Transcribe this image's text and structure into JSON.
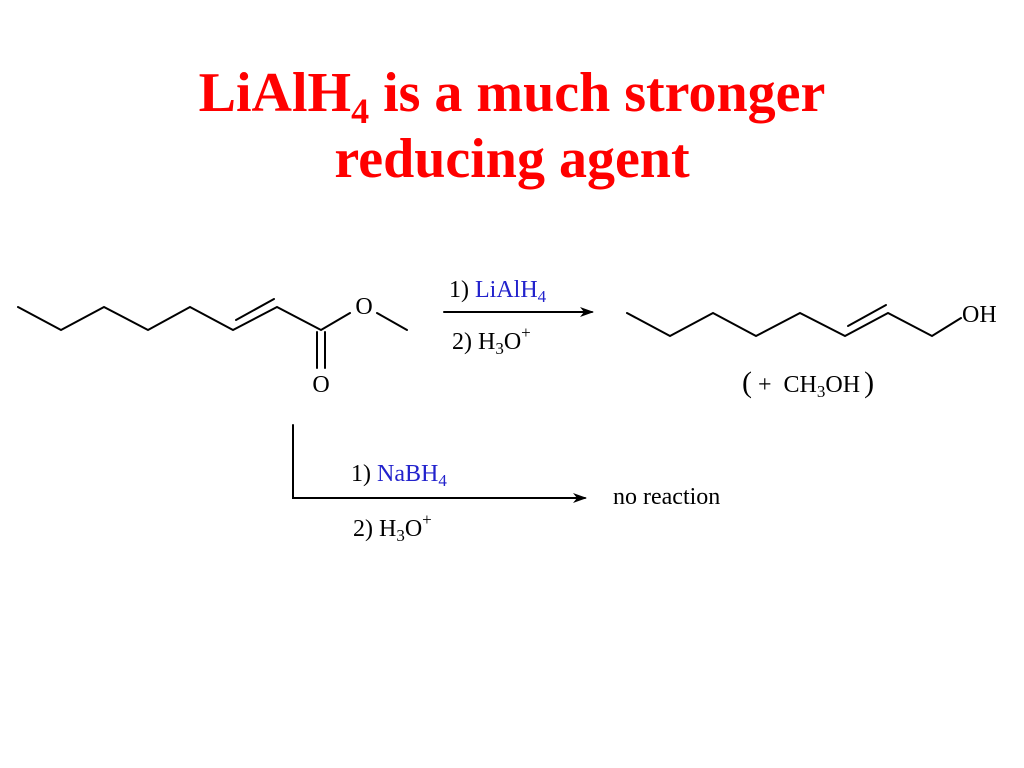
{
  "title": {
    "line1_a": "LiAlH",
    "line1_sub": "4",
    "line1_b": " is a much stronger",
    "line2": "reducing agent"
  },
  "reactant": {
    "ester_o": "O",
    "carbonyl_o": "O"
  },
  "reaction1": {
    "step1_num": "1) ",
    "step1_reagent": "LiAlH",
    "step1_sub": "4",
    "step2_num": "2) H",
    "step2_sub": "3",
    "step2_o": "O",
    "step2_sup": "+"
  },
  "product": {
    "oh": "OH",
    "byproduct_open": "(",
    "byproduct_plus": "+",
    "byproduct_a": "CH",
    "byproduct_sub": "3",
    "byproduct_b": "OH",
    "byproduct_close": ")"
  },
  "reaction2": {
    "step1_num": "1) ",
    "step1_reagent": "NaBH",
    "step1_sub": "4",
    "step2_num": "2) H",
    "step2_sub": "3",
    "step2_o": "O",
    "step2_sup": "+",
    "result": "no reaction"
  },
  "colors": {
    "title": "#ff0000",
    "reagent": "#2222cc"
  }
}
